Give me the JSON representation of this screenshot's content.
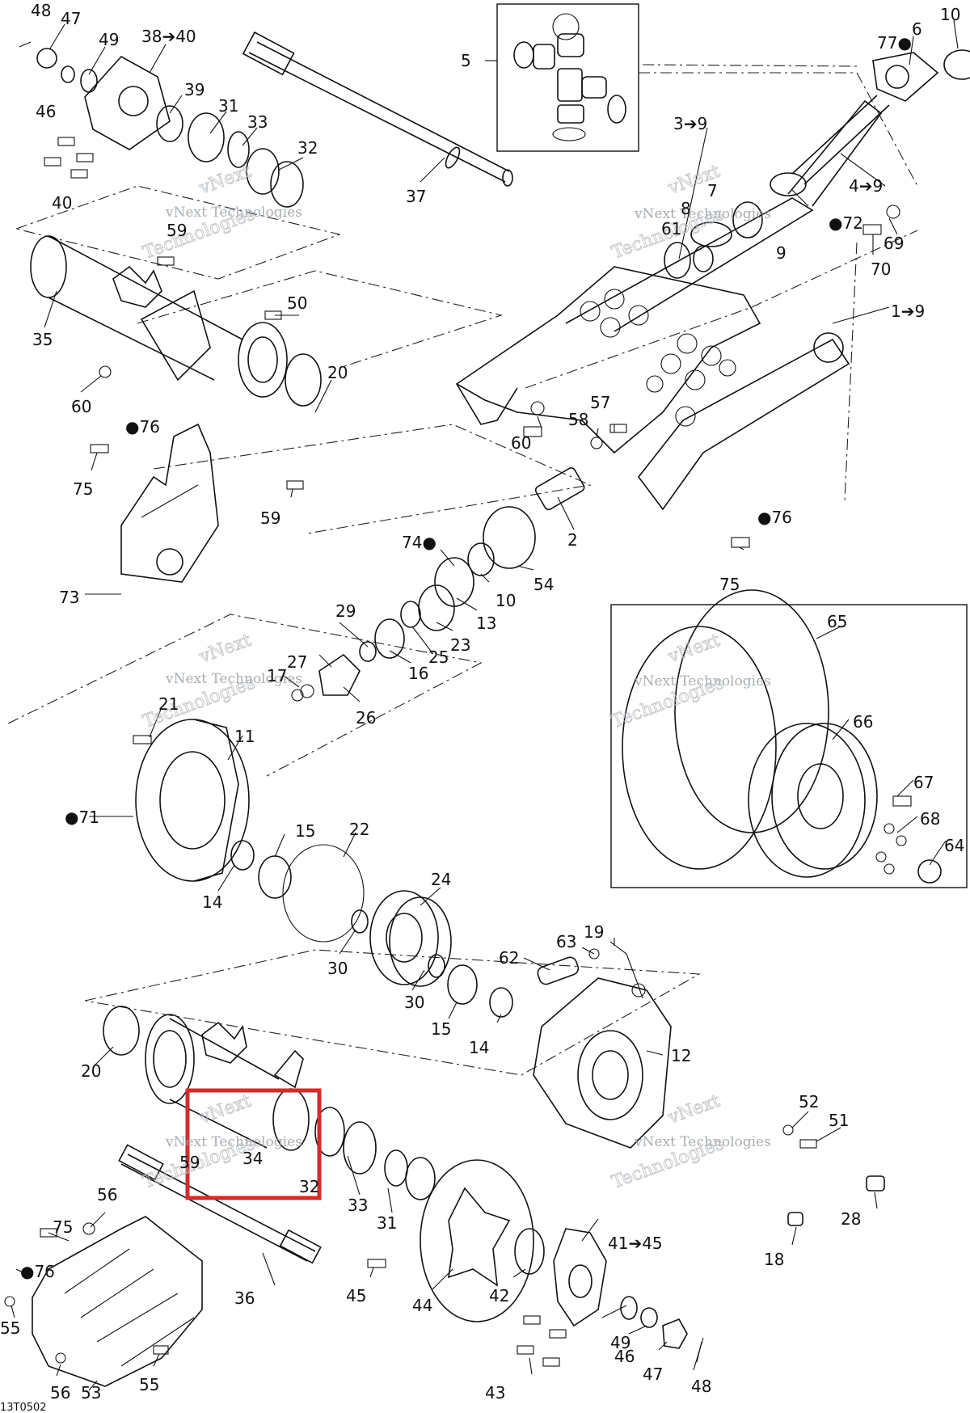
{
  "diagram": {
    "code": "13T0502",
    "watermark_line1": "vNext Technologies",
    "watermark_line2": "vNext",
    "watermark_line3": "Technologies",
    "arrow": "➔",
    "oil_drop": "💧"
  },
  "callouts": [
    {
      "id": "c48a",
      "text": "48"
    },
    {
      "id": "c47a",
      "text": "47"
    },
    {
      "id": "c49a",
      "text": "49"
    },
    {
      "id": "c3840",
      "text": "38➔40"
    },
    {
      "id": "c46a",
      "text": "46"
    },
    {
      "id": "c39",
      "text": "39"
    },
    {
      "id": "c31a",
      "text": "31"
    },
    {
      "id": "c33a",
      "text": "33"
    },
    {
      "id": "c32a",
      "text": "32"
    },
    {
      "id": "c40",
      "text": "40"
    },
    {
      "id": "c59a",
      "text": "59"
    },
    {
      "id": "c37",
      "text": "37"
    },
    {
      "id": "c5",
      "text": "5"
    },
    {
      "id": "c10a",
      "text": "10"
    },
    {
      "id": "c77",
      "text": "77"
    },
    {
      "id": "c6",
      "text": "6"
    },
    {
      "id": "c39b",
      "text": "3➔9"
    },
    {
      "id": "c49b",
      "text": "4➔9"
    },
    {
      "id": "c7",
      "text": "7"
    },
    {
      "id": "c8",
      "text": "8"
    },
    {
      "id": "c61",
      "text": "61"
    },
    {
      "id": "c9",
      "text": "9"
    },
    {
      "id": "c72",
      "text": "72"
    },
    {
      "id": "c69",
      "text": "69"
    },
    {
      "id": "c70",
      "text": "70"
    },
    {
      "id": "c19b",
      "text": "1➔9"
    },
    {
      "id": "c35",
      "text": "35"
    },
    {
      "id": "c50",
      "text": "50"
    },
    {
      "id": "c20a",
      "text": "20"
    },
    {
      "id": "c60a",
      "text": "60"
    },
    {
      "id": "c60b",
      "text": "60"
    },
    {
      "id": "c57",
      "text": "57"
    },
    {
      "id": "c58",
      "text": "58"
    },
    {
      "id": "c76a",
      "text": "76"
    },
    {
      "id": "c75a",
      "text": "75"
    },
    {
      "id": "c59b",
      "text": "59"
    },
    {
      "id": "c2",
      "text": "2"
    },
    {
      "id": "c76b",
      "text": "76"
    },
    {
      "id": "c74",
      "text": "74"
    },
    {
      "id": "c54",
      "text": "54"
    },
    {
      "id": "c10b",
      "text": "10"
    },
    {
      "id": "c75b",
      "text": "75"
    },
    {
      "id": "c73",
      "text": "73"
    },
    {
      "id": "c13",
      "text": "13"
    },
    {
      "id": "c23",
      "text": "23"
    },
    {
      "id": "c29",
      "text": "29"
    },
    {
      "id": "c25",
      "text": "25"
    },
    {
      "id": "c16",
      "text": "16"
    },
    {
      "id": "c27",
      "text": "27"
    },
    {
      "id": "c17",
      "text": "17"
    },
    {
      "id": "c26",
      "text": "26"
    },
    {
      "id": "c65",
      "text": "65"
    },
    {
      "id": "c66",
      "text": "66"
    },
    {
      "id": "c67",
      "text": "67"
    },
    {
      "id": "c68",
      "text": "68"
    },
    {
      "id": "c64",
      "text": "64"
    },
    {
      "id": "c21",
      "text": "21"
    },
    {
      "id": "c11",
      "text": "11"
    },
    {
      "id": "c71",
      "text": "71"
    },
    {
      "id": "c15a",
      "text": "15"
    },
    {
      "id": "c22",
      "text": "22"
    },
    {
      "id": "c14a",
      "text": "14"
    },
    {
      "id": "c24",
      "text": "24"
    },
    {
      "id": "c30a",
      "text": "30"
    },
    {
      "id": "c63",
      "text": "63"
    },
    {
      "id": "c19",
      "text": "19"
    },
    {
      "id": "c62",
      "text": "62"
    },
    {
      "id": "c30b",
      "text": "30"
    },
    {
      "id": "c15b",
      "text": "15"
    },
    {
      "id": "c14b",
      "text": "14"
    },
    {
      "id": "c12",
      "text": "12"
    },
    {
      "id": "c20b",
      "text": "20"
    },
    {
      "id": "c52",
      "text": "52"
    },
    {
      "id": "c51",
      "text": "51"
    },
    {
      "id": "c59c",
      "text": "59"
    },
    {
      "id": "c34",
      "text": "34"
    },
    {
      "id": "c32b",
      "text": "32"
    },
    {
      "id": "c28",
      "text": "28"
    },
    {
      "id": "c75c",
      "text": "75"
    },
    {
      "id": "c56a",
      "text": "56"
    },
    {
      "id": "c33b",
      "text": "33"
    },
    {
      "id": "c31b",
      "text": "31"
    },
    {
      "id": "c4145",
      "text": "41➔45"
    },
    {
      "id": "c18",
      "text": "18"
    },
    {
      "id": "c76c",
      "text": "76"
    },
    {
      "id": "c36",
      "text": "36"
    },
    {
      "id": "c45",
      "text": "45"
    },
    {
      "id": "c44",
      "text": "44"
    },
    {
      "id": "c42",
      "text": "42"
    },
    {
      "id": "c55a",
      "text": "55"
    },
    {
      "id": "c49c",
      "text": "49"
    },
    {
      "id": "c46b",
      "text": "46"
    },
    {
      "id": "c47b",
      "text": "47"
    },
    {
      "id": "c48b",
      "text": "48"
    },
    {
      "id": "c43",
      "text": "43"
    },
    {
      "id": "c56b",
      "text": "56"
    },
    {
      "id": "c53",
      "text": "53"
    },
    {
      "id": "c55b",
      "text": "55"
    }
  ]
}
